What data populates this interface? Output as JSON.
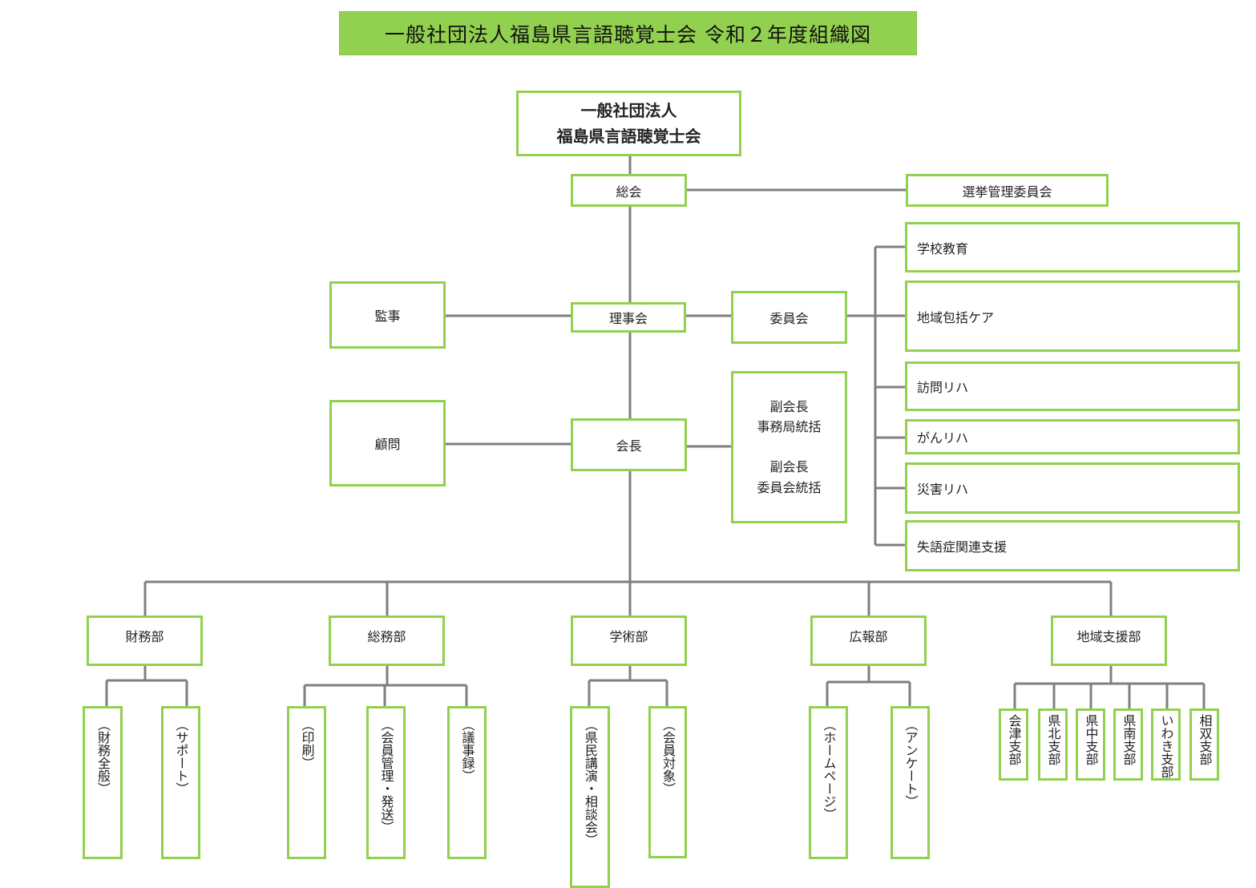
{
  "title": "一般社団法人福島県言語聴覚士会  令和２年度組織図",
  "root": {
    "line1": "一般社団法人",
    "line2": "福島県言語聴覚士会"
  },
  "general_meeting": "総会",
  "election_committee": "選挙管理委員会",
  "auditor": "監事",
  "board": "理事会",
  "committee": "委員会",
  "advisor": "顧問",
  "president": "会長",
  "vice_presidents": {
    "vp1_title": "副会長",
    "vp1_role": "事務局統括",
    "vp2_title": "副会長",
    "vp2_role": "委員会統括"
  },
  "committees": [
    "学校教育",
    "地域包括ケア",
    "訪問リハ",
    "がんリハ",
    "災害リハ",
    "失語症関連支援"
  ],
  "departments": {
    "finance": {
      "label": "財務部",
      "subs": [
        "（財務全般）",
        "（サポート）"
      ]
    },
    "general_affairs": {
      "label": "総務部",
      "subs": [
        "（印刷）",
        "（会員管理・発送）",
        "（議事録）"
      ]
    },
    "academic": {
      "label": "学術部",
      "subs": [
        "（県民講演・相談会）",
        "（会員対象）"
      ]
    },
    "public_relations": {
      "label": "広報部",
      "subs": [
        "（ホームページ）",
        "（アンケート）"
      ]
    },
    "regional_support": {
      "label": "地域支援部",
      "subs": [
        "会津支部",
        "県北支部",
        "県中支部",
        "県南支部",
        "いわき支部",
        "相双支部"
      ]
    }
  },
  "colors": {
    "accent_green": "#92d050",
    "connector_gray": "#7f7f7f"
  }
}
